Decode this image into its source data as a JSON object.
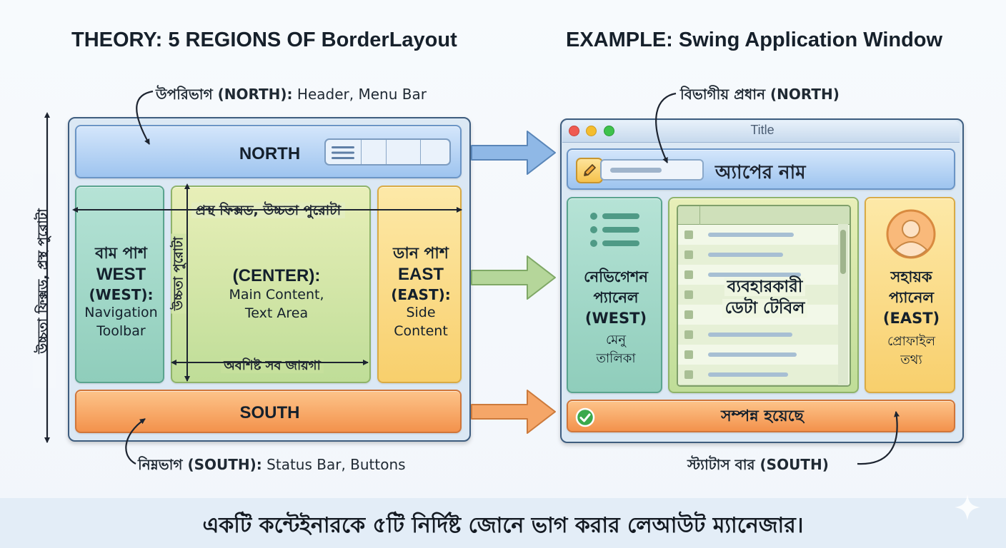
{
  "theory": {
    "heading": "THEORY: 5 REGIONS OF BorderLayout",
    "north_callout": {
      "bold": "উপরিভাগ (NORTH):",
      "rest": " Header, Menu Bar"
    },
    "south_callout": {
      "bold": "নিম্নভাগ (SOUTH):",
      "rest": " Status Bar, Buttons"
    },
    "height_note": "উচ্চতা ফিক্সড, প্রস্থ পুরোটা",
    "north": {
      "label": "NORTH"
    },
    "west": {
      "bn": "বাম পাশ",
      "title": "WEST",
      "sub": "(WEST):",
      "desc1": "Navigation",
      "desc2": "Toolbar"
    },
    "center": {
      "width_note": "প্রস্থ ফিক্সড, উচ্চতা পুরোটা",
      "height_note": "উচ্চতা পুরোটা",
      "title": "(CENTER):",
      "desc1": "Main Content,",
      "desc2": "Text Area",
      "remaining_note": "অবশিষ্ট সব জায়গা"
    },
    "east": {
      "bn": "ডান পাশ",
      "title": "EAST",
      "sub": "(EAST):",
      "desc1": "Side",
      "desc2": "Content"
    },
    "south": {
      "label": "SOUTH"
    }
  },
  "example": {
    "heading": "EXAMPLE: Swing Application Window",
    "north_callout": {
      "bold": "বিভাগীয় প্রধান (NORTH)"
    },
    "south_callout": {
      "bold": "স্ট্যাটাস বার (SOUTH)"
    },
    "window_title": "Title",
    "north": {
      "app_name": "অ্যাপের নাম"
    },
    "west": {
      "line1": "নেভিগেশন",
      "line2": "প্যানেল",
      "line3": "(WEST)",
      "desc1": "মেনু",
      "desc2": "তালিকা"
    },
    "center": {
      "line1": "ব্যবহারকারী",
      "line2": "ডেটা টেবিল"
    },
    "east": {
      "line1": "সহায়ক",
      "line2": "প্যানেল",
      "line3": "(EAST)",
      "desc1": "প্রোফাইল",
      "desc2": "তথ্য"
    },
    "south": {
      "status": "সম্পন্ন হয়েছে"
    }
  },
  "footer": {
    "text": "একটি কন্টেইনারকে ৫টি নির্দিষ্ট জোনে ভাগ করার লেআউট ম্যানেজার।"
  },
  "colors": {
    "north": "#9ec4ef",
    "west": "#8fcdbb",
    "center": "#bfdd98",
    "east": "#f8cf6c",
    "south": "#f3924c",
    "frame": "#3e5d7f"
  },
  "icons": [
    "hamburger-menu-icon",
    "pencil-icon",
    "list-icon",
    "user-avatar-icon",
    "check-circle-icon",
    "sparkle-icon"
  ]
}
